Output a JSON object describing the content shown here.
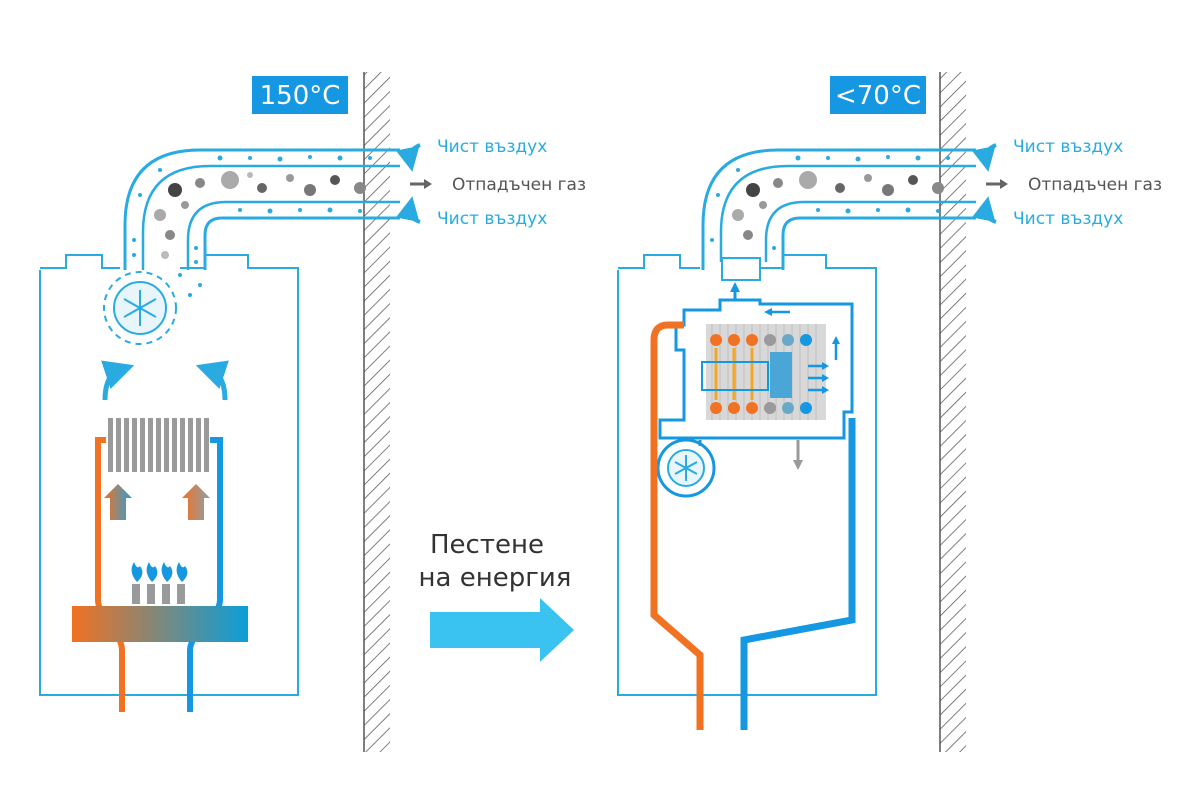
{
  "left_panel": {
    "temperature": "150°C",
    "clean_air_top": "Чист въздух",
    "exhaust_gas": "Отпадъчен газ",
    "clean_air_bottom": "Чист въздух"
  },
  "right_panel": {
    "temperature": "<70°C",
    "clean_air_top": "Чист въздух",
    "exhaust_gas": "Отпадъчен газ",
    "clean_air_bottom": "Чист въздух"
  },
  "center": {
    "caption_line1": "Пестене",
    "caption_line2": "на енергия"
  },
  "colors": {
    "blue": "#29abe2",
    "dark_blue": "#0a8fd6",
    "orange": "#f07222",
    "gray": "#9a9a9a",
    "badge": "#1597e2"
  },
  "icons": [
    "fan-icon",
    "flame-icon",
    "arrow-icon",
    "wall-hatch"
  ]
}
